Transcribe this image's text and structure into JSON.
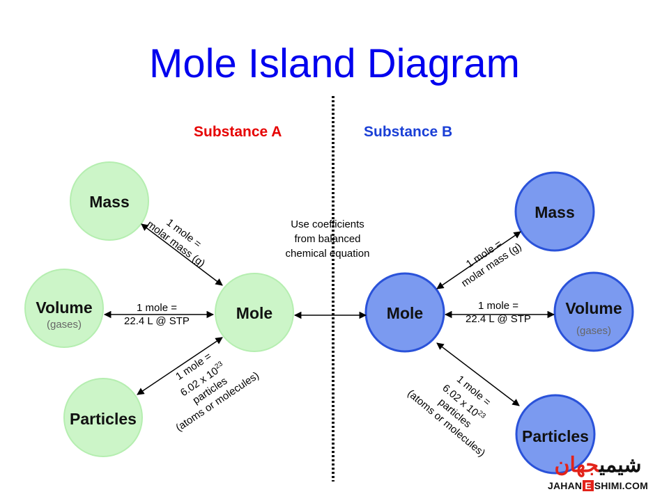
{
  "title": "Mole Island Diagram",
  "headings": {
    "substance_a": "Substance A",
    "substance_b": "Substance B"
  },
  "colors": {
    "title": "#0000ee",
    "substance_a": "#e60000",
    "substance_b": "#1a3fd6",
    "circle_a_fill": "#ccf5c8",
    "circle_b_fill": "#7b9af0",
    "circle_b_stroke": "#2a52d9"
  },
  "substance_a": {
    "mass": "Mass",
    "volume": "Volume",
    "volume_note": "(gases)",
    "mole": "Mole",
    "particles": "Particles",
    "mass_relation": [
      "1 mole  =",
      "molar mass (g)"
    ],
    "volume_relation": [
      "1 mole  =",
      "22.4 L @ STP"
    ],
    "particles_relation": [
      "1 mole  =",
      "6.02 x 10",
      "23",
      "particles",
      "(atoms or molecules)"
    ]
  },
  "substance_b": {
    "mass": "Mass",
    "volume": "Volume",
    "volume_note": "(gases)",
    "mole": "Mole",
    "particles": "Particles",
    "mass_relation": [
      "1 mole  =",
      "molar mass (g)"
    ],
    "volume_relation": [
      "1 mole  =",
      "22.4 L @ STP"
    ],
    "particles_relation": [
      "1 mole  =",
      "6.02 x 10",
      "23",
      "particles",
      "(atoms or molecules)"
    ]
  },
  "center_note": [
    "Use coefficients",
    "from balanced",
    "chemical equation"
  ],
  "logo": {
    "persian_red": "جهان",
    "persian_black": "شیمی",
    "latin_left": "JAHAN",
    "latin_e": "E",
    "latin_right": "SHIMI.COM"
  }
}
